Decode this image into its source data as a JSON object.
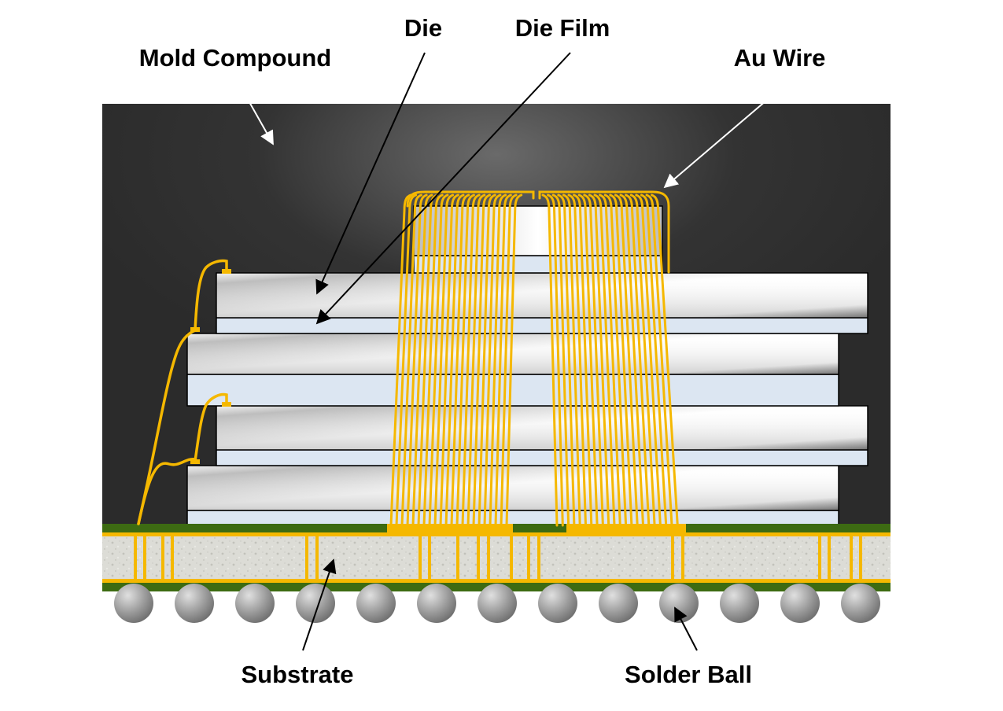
{
  "labels": {
    "mold_compound": "Mold Compound",
    "die": "Die",
    "die_film": "Die Film",
    "au_wire": "Au Wire",
    "substrate": "Substrate",
    "solder_ball": "Solder Ball"
  },
  "structure": {
    "die_count": 4,
    "solder_ball_count": 13,
    "top_die_count": 1
  },
  "colors": {
    "mold": "#2b2b2b",
    "mold_highlight": "#6a6a6a",
    "die_film": "#dce6f2",
    "die_light": "#ffffff",
    "die_dark": "#8c8c8c",
    "au_wire": "#f5b800",
    "substrate_green": "#3d6b12",
    "substrate_core": "#dcdcd6",
    "solder_ball": "#9a9a9a",
    "arrow_dark": "#000000",
    "arrow_light": "#ffffff"
  }
}
